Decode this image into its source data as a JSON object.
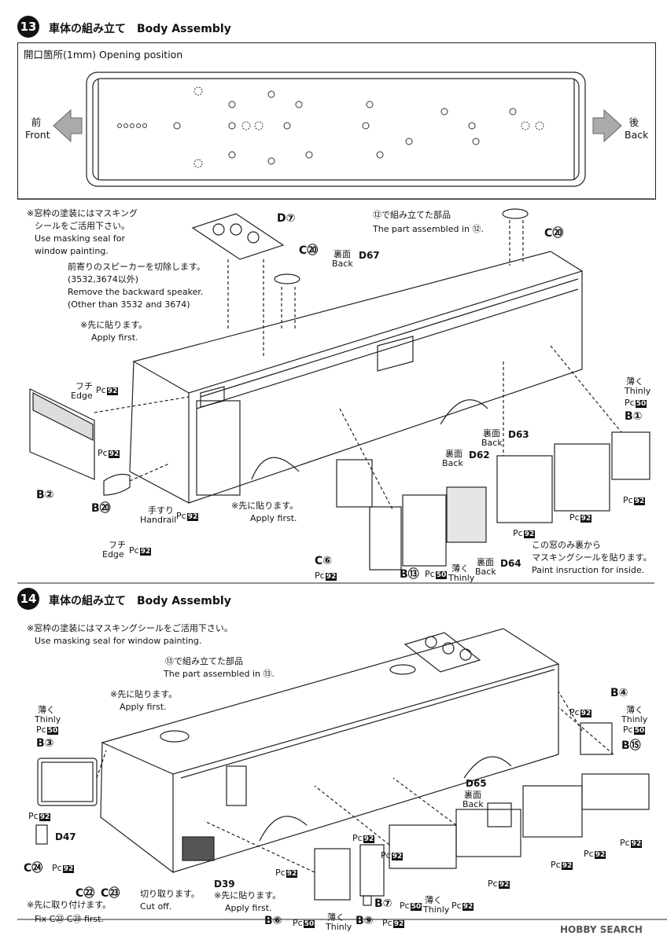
{
  "step13": {
    "number": "13",
    "title": "車体の組み立て　Body Assembly",
    "top_label": "開口箇所(1mm)  Opening position",
    "front_jp": "前",
    "front_en": "Front",
    "back_jp": "後",
    "back_en": "Back",
    "mask_note": [
      "※窓枠の塗装にはマスキング",
      "シールをご活用下さい。",
      "Use masking seal for",
      "window painting."
    ],
    "speaker_note": [
      "前寄りのスピーカーを切除します。",
      "(3532,3674以外)",
      "Remove the backward speaker.",
      "(Other than 3532 and 3674)"
    ],
    "apply_first_jp": "※先に貼ります。",
    "apply_first_en": "Apply first.",
    "apply_first2_jp": "※先に貼ります。",
    "apply_first2_en": "Apply first.",
    "assembled_jp": "⑫で組み立てた部品",
    "assembled_en": "The part assembled in ⑫.",
    "inside_note": [
      "この窓のみ裏から",
      "マスキングシールを貼ります。",
      "Paint insruction for inside."
    ],
    "parts": {
      "D7": "D⑦",
      "C20a": "C⑳",
      "C20b": "C⑳",
      "B2": "B②",
      "B20": "B⑳",
      "B1": "B①",
      "C6": "C⑥",
      "B13": "B⑬",
      "D67_jp": "裏面",
      "D67_en": "Back",
      "D67": "D67",
      "D63_jp": "裏面",
      "D63_en": "Back",
      "D63": "D63",
      "D62_jp": "裏面",
      "D62_en": "Back",
      "D62": "D62",
      "D64_jp": "裏面",
      "D64_en": "Back",
      "D64": "D64"
    },
    "edge_jp": "フチ",
    "edge_en": "Edge",
    "edge2_jp": "フチ",
    "edge2_en": "Edge",
    "handrail_jp": "手すり",
    "handrail_en": "Handrail",
    "thinly_jp": "薄く",
    "thinly_en": "Thinly",
    "thinly2_jp": "薄く",
    "thinly2_en": "Thinly"
  },
  "step14": {
    "number": "14",
    "title": "車体の組み立て　Body Assembly",
    "mask_note": [
      "※窓枠の塗装にはマスキングシールをご活用下さい。",
      "Use masking seal for window painting."
    ],
    "assembled_jp": "⑬で組み立てた部品",
    "assembled_en": "The part assembled in ⑬.",
    "apply_first_jp": "※先に貼ります。",
    "apply_first_en": "Apply first.",
    "apply_first2_jp": "※先に貼ります。",
    "apply_first2_en": "Apply first.",
    "fix_first_jp": "※先に取り付けます。",
    "fix_first_en": "Fix C㉒ C㉓ first.",
    "cut_off_jp": "切り取ります。",
    "cut_off_en": "Cut off.",
    "parts": {
      "B3": "B③",
      "B4": "B④",
      "B15": "B⑮",
      "B6": "B⑥",
      "B7": "B⑦",
      "B9": "B⑨",
      "C22": "C㉒",
      "C23": "C㉓",
      "C24": "C㉔",
      "D47": "D47",
      "D39": "D39",
      "D65": "D65",
      "D65_jp": "裏面",
      "D65_en": "Back"
    },
    "thinly_jp": "薄く",
    "thinly_en": "Thinly"
  },
  "paint": {
    "pc50": "50",
    "pc92": "92",
    "prefix": "Pc"
  },
  "watermark": "HOBBY SEARCH"
}
